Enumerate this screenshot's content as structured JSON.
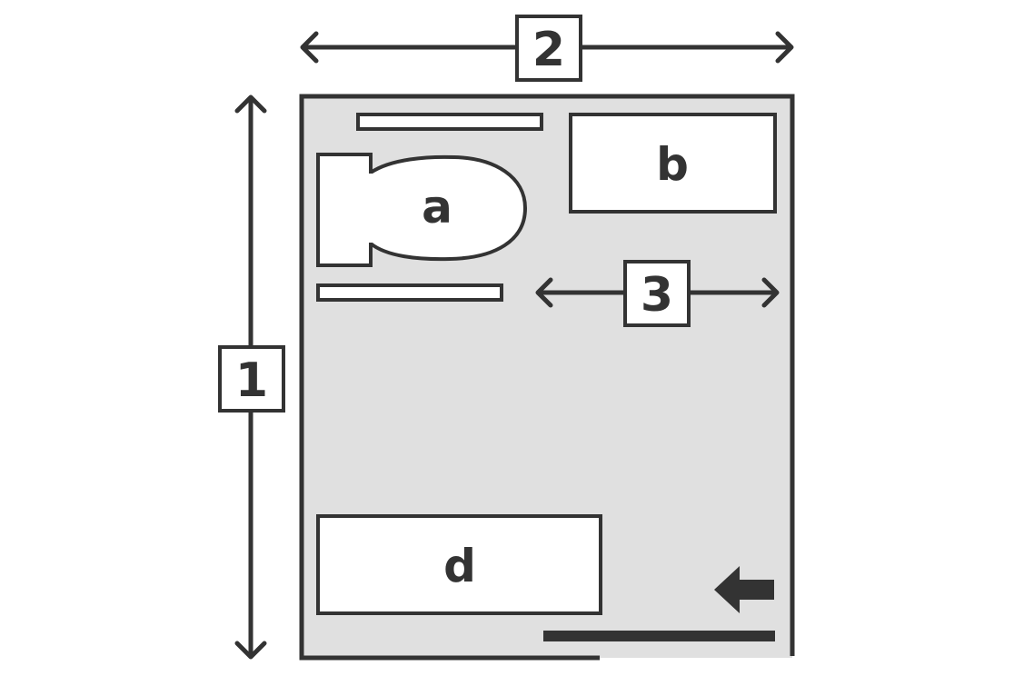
{
  "diagram": {
    "dimension_labels": {
      "height": "1",
      "width": "2",
      "clearance": "3"
    },
    "fixtures": {
      "toilet": "a",
      "fixture_b": "b",
      "fixture_d": "d"
    },
    "colors": {
      "stroke": "#333333",
      "floor": "#e0e0e0",
      "fixture_fill": "#ffffff",
      "background": "#ffffff"
    },
    "icons": {
      "entry": "arrow-left-icon"
    }
  }
}
